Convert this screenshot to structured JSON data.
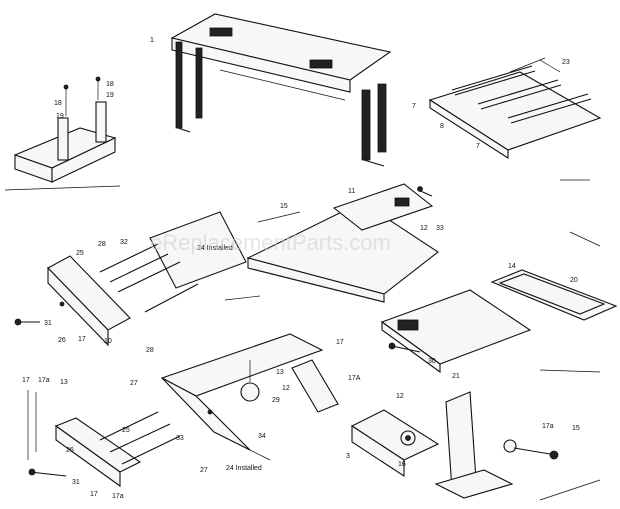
{
  "watermark": "eReplacementParts.com",
  "callouts": {
    "c1": "1",
    "c3": "3",
    "c7a": "7",
    "c7b": "7",
    "c8": "8",
    "c10": "10",
    "c11": "11",
    "c12": "12",
    "c12b": "12",
    "c13": "13",
    "c13b": "13",
    "c14": "14",
    "c15": "15",
    "c15b": "15",
    "c16": "16",
    "c17a": "17",
    "c17b": "17",
    "c17c": "17",
    "c17d": "17",
    "c17A": "17A",
    "c17a_small": "17a",
    "c17a_small2": "17a",
    "c18a": "18",
    "c18b": "18",
    "c19a": "19",
    "c19b": "19",
    "c20": "20",
    "c21": "21",
    "c23": "23",
    "c24a": "24 Installed",
    "c24b": "24 Installed",
    "c25a": "25",
    "c25b": "25",
    "c26a": "26",
    "c26b": "26",
    "c27a": "27",
    "c27b": "27",
    "c28a": "28",
    "c28b": "28",
    "c29": "29",
    "c30": "30",
    "c31a": "31",
    "c31b": "31",
    "c32": "32",
    "c33": "33",
    "c33b": "33",
    "c34": "34"
  }
}
